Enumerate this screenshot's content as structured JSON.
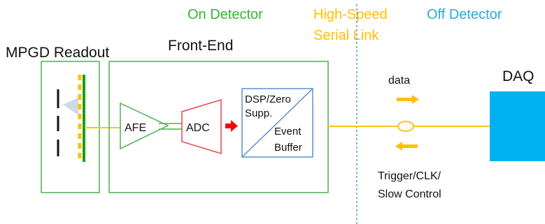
{
  "headings": {
    "on_detector": "On Detector",
    "serial_link_line1": "High-Speed",
    "serial_link_line2": "Serial Link",
    "off_detector": "Off Detector"
  },
  "labels": {
    "mpgd_readout": "MPGD Readout",
    "front_end": "Front-End",
    "afe": "AFE",
    "adc": "ADC",
    "dsp_line1": "DSP/Zero",
    "dsp_line2": "Supp.",
    "event_line1": "Event",
    "event_line2": "Buffer",
    "data": "data",
    "daq": "DAQ",
    "trigger_line1": "Trigger/CLK/",
    "trigger_line2": "Slow Control"
  },
  "colors": {
    "on_detector_text": "#2eb82e",
    "serial_link_text": "#ffc000",
    "off_detector_text": "#2aa9e0",
    "box_green": "#4caf50",
    "adc_red": "#e8454a",
    "dsp_blue": "#5b8fd6",
    "daq_blue": "#00b0f0",
    "link_yellow": "#f5c518",
    "arrow_red": "#ff0000",
    "detector_green": "#18a018"
  }
}
